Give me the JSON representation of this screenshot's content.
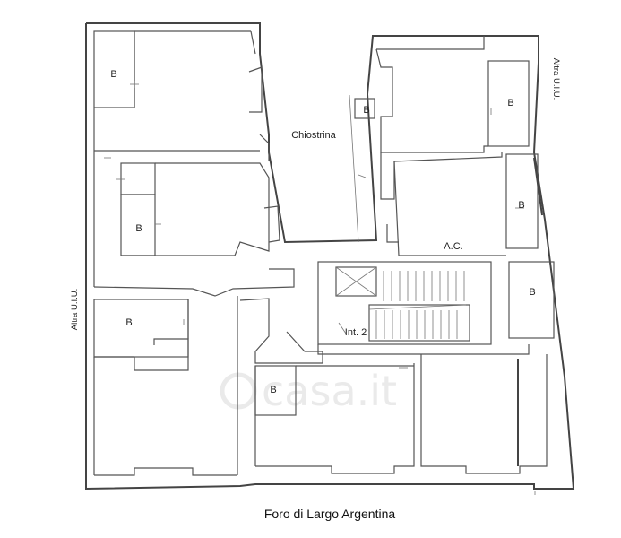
{
  "rooms": {
    "b_labels": [
      "B",
      "B",
      "B",
      "B",
      "B",
      "B",
      "B",
      "B"
    ]
  },
  "labels": {
    "chiostrina": "Chiostrina",
    "ac": "A.C.",
    "int2": "Int. 2",
    "altra_left": "Altra U.I.U.",
    "altra_right": "Altra U.I.U."
  },
  "caption": "Foro di Largo Argentina",
  "watermark": "casa.it"
}
